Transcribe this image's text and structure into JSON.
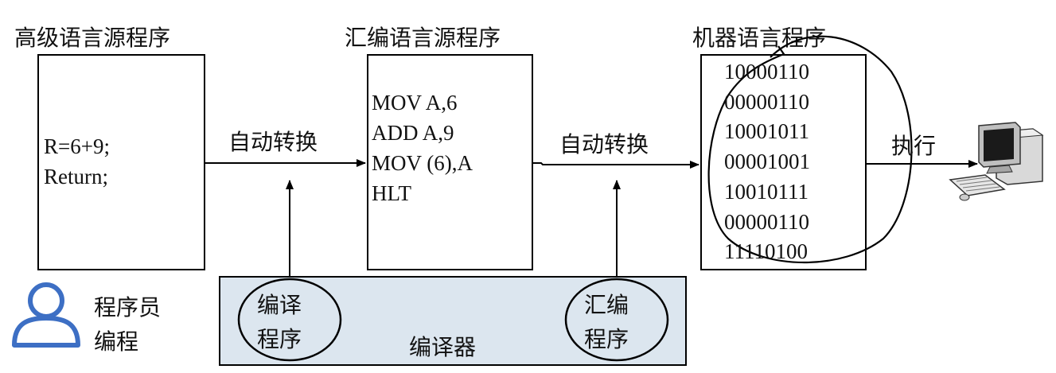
{
  "titles": {
    "high_level": "高级语言源程序",
    "assembly": "汇编语言源程序",
    "machine": "机器语言程序"
  },
  "high_level_code": [
    "R=6+9;",
    "Return;"
  ],
  "assembly_code": [
    "MOV A,6",
    "ADD A,9",
    "MOV (6),A",
    "HLT"
  ],
  "machine_code": [
    "10000110",
    "00000110",
    "10001011",
    "00001001",
    "10010111",
    "00000110",
    "11110100"
  ],
  "arrows": {
    "convert_1": "自动转换",
    "convert_2": "自动转换",
    "execute": "执行"
  },
  "programmer": {
    "line1": "程序员",
    "line2": "编程"
  },
  "compiler": {
    "label": "编译器",
    "compile_program": {
      "line1": "编译",
      "line2": "程序"
    },
    "assemble_program": {
      "line1": "汇编",
      "line2": "程序"
    }
  },
  "icons": [
    "user-icon",
    "computer-icon"
  ],
  "colors": {
    "panel_fill": "#dce6ef",
    "user_icon_stroke": "#3d6fc4",
    "line": "#000000"
  }
}
